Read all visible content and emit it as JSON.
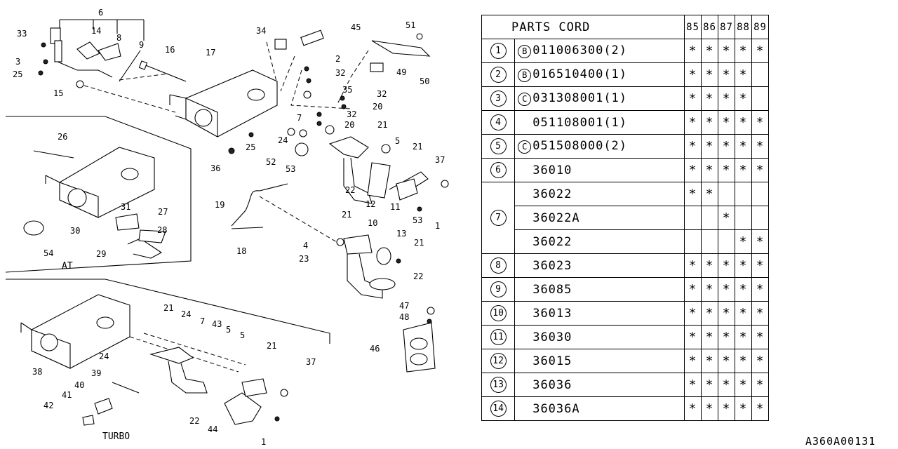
{
  "diagram": {
    "callouts": [
      "6",
      "14",
      "8",
      "9",
      "33",
      "3",
      "25",
      "15",
      "16",
      "17",
      "34",
      "45",
      "51",
      "50",
      "2",
      "32",
      "49",
      "35",
      "32",
      "20",
      "32",
      "20",
      "21",
      "7",
      "24",
      "52",
      "53",
      "5",
      "21",
      "37",
      "25",
      "36",
      "26",
      "27",
      "31",
      "30",
      "28",
      "29",
      "54",
      "19",
      "18",
      "21",
      "10",
      "4",
      "23",
      "13",
      "21",
      "22",
      "12",
      "22",
      "11",
      "53",
      "1",
      "47",
      "48",
      "46",
      "21",
      "24",
      "7",
      "43",
      "5",
      "5",
      "24",
      "39",
      "40",
      "41",
      "42",
      "38",
      "22",
      "44",
      "21",
      "37",
      "1"
    ],
    "section_at": "AT",
    "section_turbo": "TURBO"
  },
  "table": {
    "header": "PARTS CORD",
    "years": [
      "85",
      "86",
      "87",
      "88",
      "89"
    ],
    "rows": [
      {
        "no": "1",
        "prefix": "B",
        "part": "011006300(2)",
        "marks": [
          "*",
          "*",
          "*",
          "*",
          "*"
        ]
      },
      {
        "no": "2",
        "prefix": "B",
        "part": "016510400(1)",
        "marks": [
          "*",
          "*",
          "*",
          "*",
          ""
        ]
      },
      {
        "no": "3",
        "prefix": "C",
        "part": "031308001(1)",
        "marks": [
          "*",
          "*",
          "*",
          "*",
          ""
        ]
      },
      {
        "no": "4",
        "prefix": "",
        "part": "051108001(1)",
        "marks": [
          "*",
          "*",
          "*",
          "*",
          "*"
        ]
      },
      {
        "no": "5",
        "prefix": "C",
        "part": "051508000(2)",
        "marks": [
          "*",
          "*",
          "*",
          "*",
          "*"
        ]
      },
      {
        "no": "6",
        "prefix": "",
        "part": "36010",
        "marks": [
          "*",
          "*",
          "*",
          "*",
          "*"
        ]
      },
      {
        "no": "7",
        "prefix": "",
        "part": "36022",
        "marks": [
          "*",
          "*",
          "",
          "",
          ""
        ]
      },
      {
        "no": "",
        "prefix": "",
        "part": "36022A",
        "marks": [
          "",
          "",
          "*",
          "",
          ""
        ]
      },
      {
        "no": "",
        "prefix": "",
        "part": "36022",
        "marks": [
          "",
          "",
          "",
          "*",
          "*"
        ]
      },
      {
        "no": "8",
        "prefix": "",
        "part": "36023",
        "marks": [
          "*",
          "*",
          "*",
          "*",
          "*"
        ]
      },
      {
        "no": "9",
        "prefix": "",
        "part": "36085",
        "marks": [
          "*",
          "*",
          "*",
          "*",
          "*"
        ]
      },
      {
        "no": "10",
        "prefix": "",
        "part": "36013",
        "marks": [
          "*",
          "*",
          "*",
          "*",
          "*"
        ]
      },
      {
        "no": "11",
        "prefix": "",
        "part": "36030",
        "marks": [
          "*",
          "*",
          "*",
          "*",
          "*"
        ]
      },
      {
        "no": "12",
        "prefix": "",
        "part": "36015",
        "marks": [
          "*",
          "*",
          "*",
          "*",
          "*"
        ]
      },
      {
        "no": "13",
        "prefix": "",
        "part": "36036",
        "marks": [
          "*",
          "*",
          "*",
          "*",
          "*"
        ]
      },
      {
        "no": "14",
        "prefix": "",
        "part": "36036A",
        "marks": [
          "*",
          "*",
          "*",
          "*",
          "*"
        ]
      }
    ]
  },
  "reference_code": "A360A00131"
}
